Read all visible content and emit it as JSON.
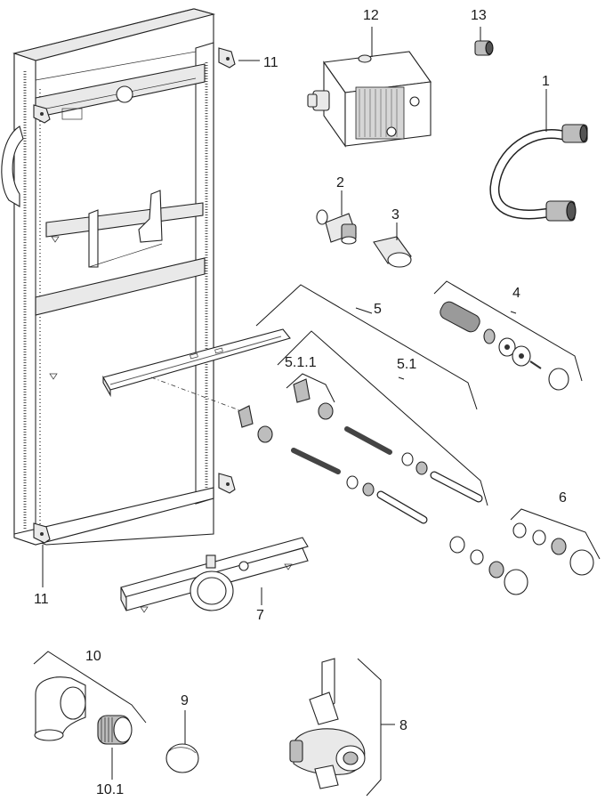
{
  "labels": {
    "p1": "1",
    "p2": "2",
    "p3": "3",
    "p4": "4",
    "p5": "5",
    "p5_1": "5.1",
    "p5_1_1": "5.1.1",
    "p6": "6",
    "p7": "7",
    "p8": "8",
    "p9": "9",
    "p10": "10",
    "p10_1": "10.1",
    "p11_top": "11",
    "p11_bottom": "11",
    "p12": "12",
    "p13": "13"
  }
}
